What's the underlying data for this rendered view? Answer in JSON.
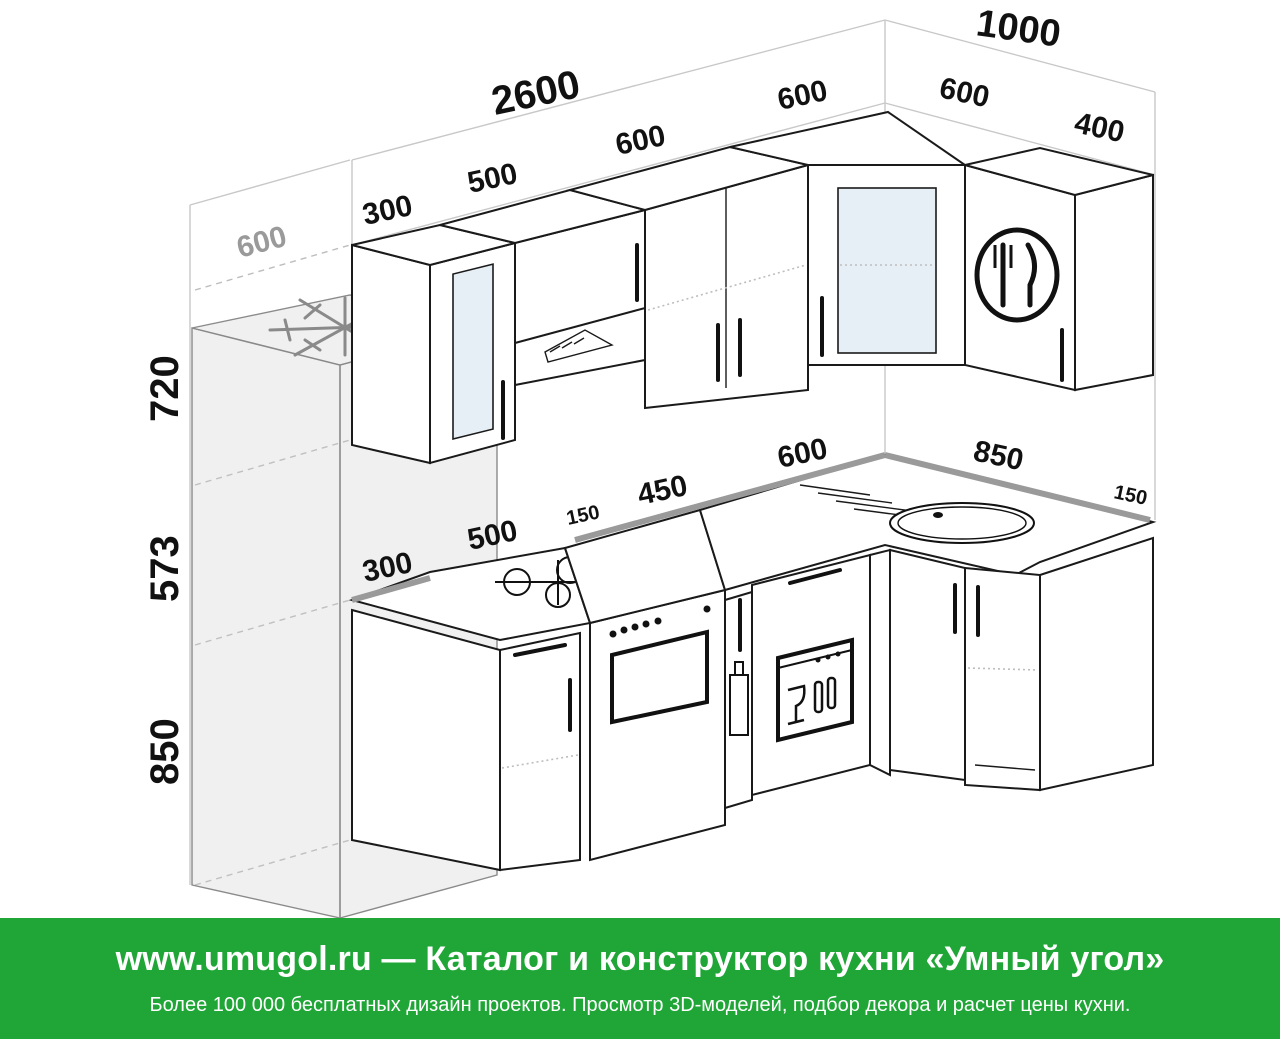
{
  "diagram": {
    "upper_dims": {
      "total_top": "2600",
      "corner_total": "1000",
      "tall_depth": "600",
      "seg_300": "300",
      "seg_500": "500",
      "seg_600_a": "600",
      "seg_600_b": "600",
      "corner_600": "600",
      "corner_400": "400"
    },
    "height_dims": {
      "upper_h": "720",
      "gap_h": "573",
      "base_h": "850"
    },
    "counter_dims": {
      "c_300": "300",
      "c_500": "500",
      "c_150_left": "150",
      "c_450": "450",
      "c_600": "600",
      "c_850": "850",
      "c_150_right": "150"
    },
    "icons": [
      "snowflake-icon",
      "fork-knife-plate-icon",
      "dishwasher-icon",
      "bottle-icon",
      "range-hood-icon",
      "hob-icon",
      "sink-icon"
    ]
  },
  "footer": {
    "title": "www.umugol.ru — Каталог и конструктор кухни «Умный угол»",
    "subtitle": "Более 100 000 бесплатных дизайн проектов. Просмотр 3D-моделей, подбор декора и расчет цены кухни."
  },
  "colors": {
    "footer_bg": "#1fa637",
    "footer_text": "#ffffff",
    "counter_edge": "#9a9a9a"
  }
}
